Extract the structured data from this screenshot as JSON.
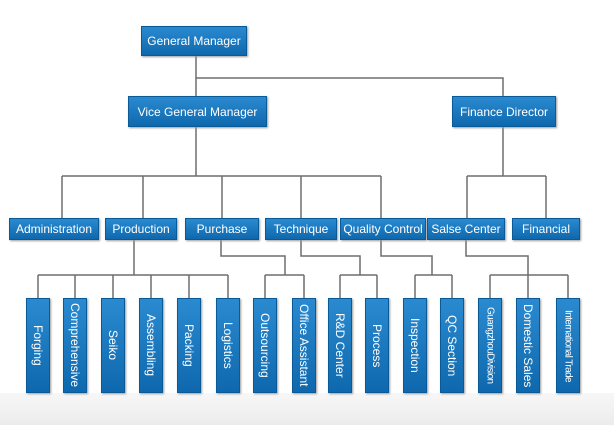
{
  "top": {
    "general_manager": "General Manager",
    "vice_general_manager": "Vice General Manager",
    "finance_director": "Finance Director"
  },
  "departments": {
    "administration": "Administration",
    "production": "Production",
    "purchase": "Purchase",
    "technique": "Technique",
    "quality_control": "Quality Control",
    "salse_center": "Salse Center",
    "financial": "Financial"
  },
  "sections": {
    "forging": "Forging",
    "comprehensive": "Comprehensive",
    "seiko": "Seiko",
    "assembling": "Assembling",
    "packing": "Packing",
    "logistics": "Logistics",
    "outsourcing": "Outsourcing",
    "office_assistant": "Office Assistant",
    "rd_center": "R&D Center",
    "process": "Process",
    "inspection": "Inspection",
    "qc_section": "QC Section",
    "guangzhou_division": "GuangzhouDivision",
    "domestic_sales": "Domestic Sales",
    "international_trade": "International Trade"
  }
}
